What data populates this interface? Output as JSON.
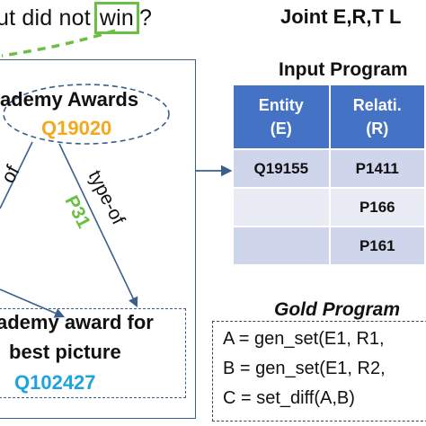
{
  "question": {
    "before": "ut did not",
    "highlight": "win",
    "after": "?"
  },
  "joint_title": "Joint E,R,T L",
  "graph": {
    "source_node": {
      "label": "ademy Awards",
      "id": "Q19020"
    },
    "left_edge_fragment": "of",
    "edge": {
      "relation": "type-of",
      "id": "P31"
    },
    "target_node": {
      "line1": "ademy award for",
      "line2": "best picture",
      "id": "Q102427"
    }
  },
  "input_program": {
    "title": "Input Program",
    "headers": [
      {
        "line1": "Entity",
        "line2": "(E)"
      },
      {
        "line1": "Relati.",
        "line2": "(R)"
      }
    ],
    "rows": [
      [
        "Q19155",
        "P1411"
      ],
      [
        "",
        "P166"
      ],
      [
        "",
        "P161"
      ]
    ]
  },
  "gold_program": {
    "title": "Gold Program",
    "lines": [
      "A = gen_set(E1, R1,",
      "B = gen_set(E1, R2,",
      "C = set_diff(A,B)"
    ]
  },
  "colors": {
    "accent_green": "#6abf45",
    "node_id_orange": "#f4a81d",
    "node_id_blue": "#1fa3dd",
    "edge_green": "#6abf45",
    "panel_blue": "#3a5f8f",
    "header_blue": "#4472c4"
  }
}
